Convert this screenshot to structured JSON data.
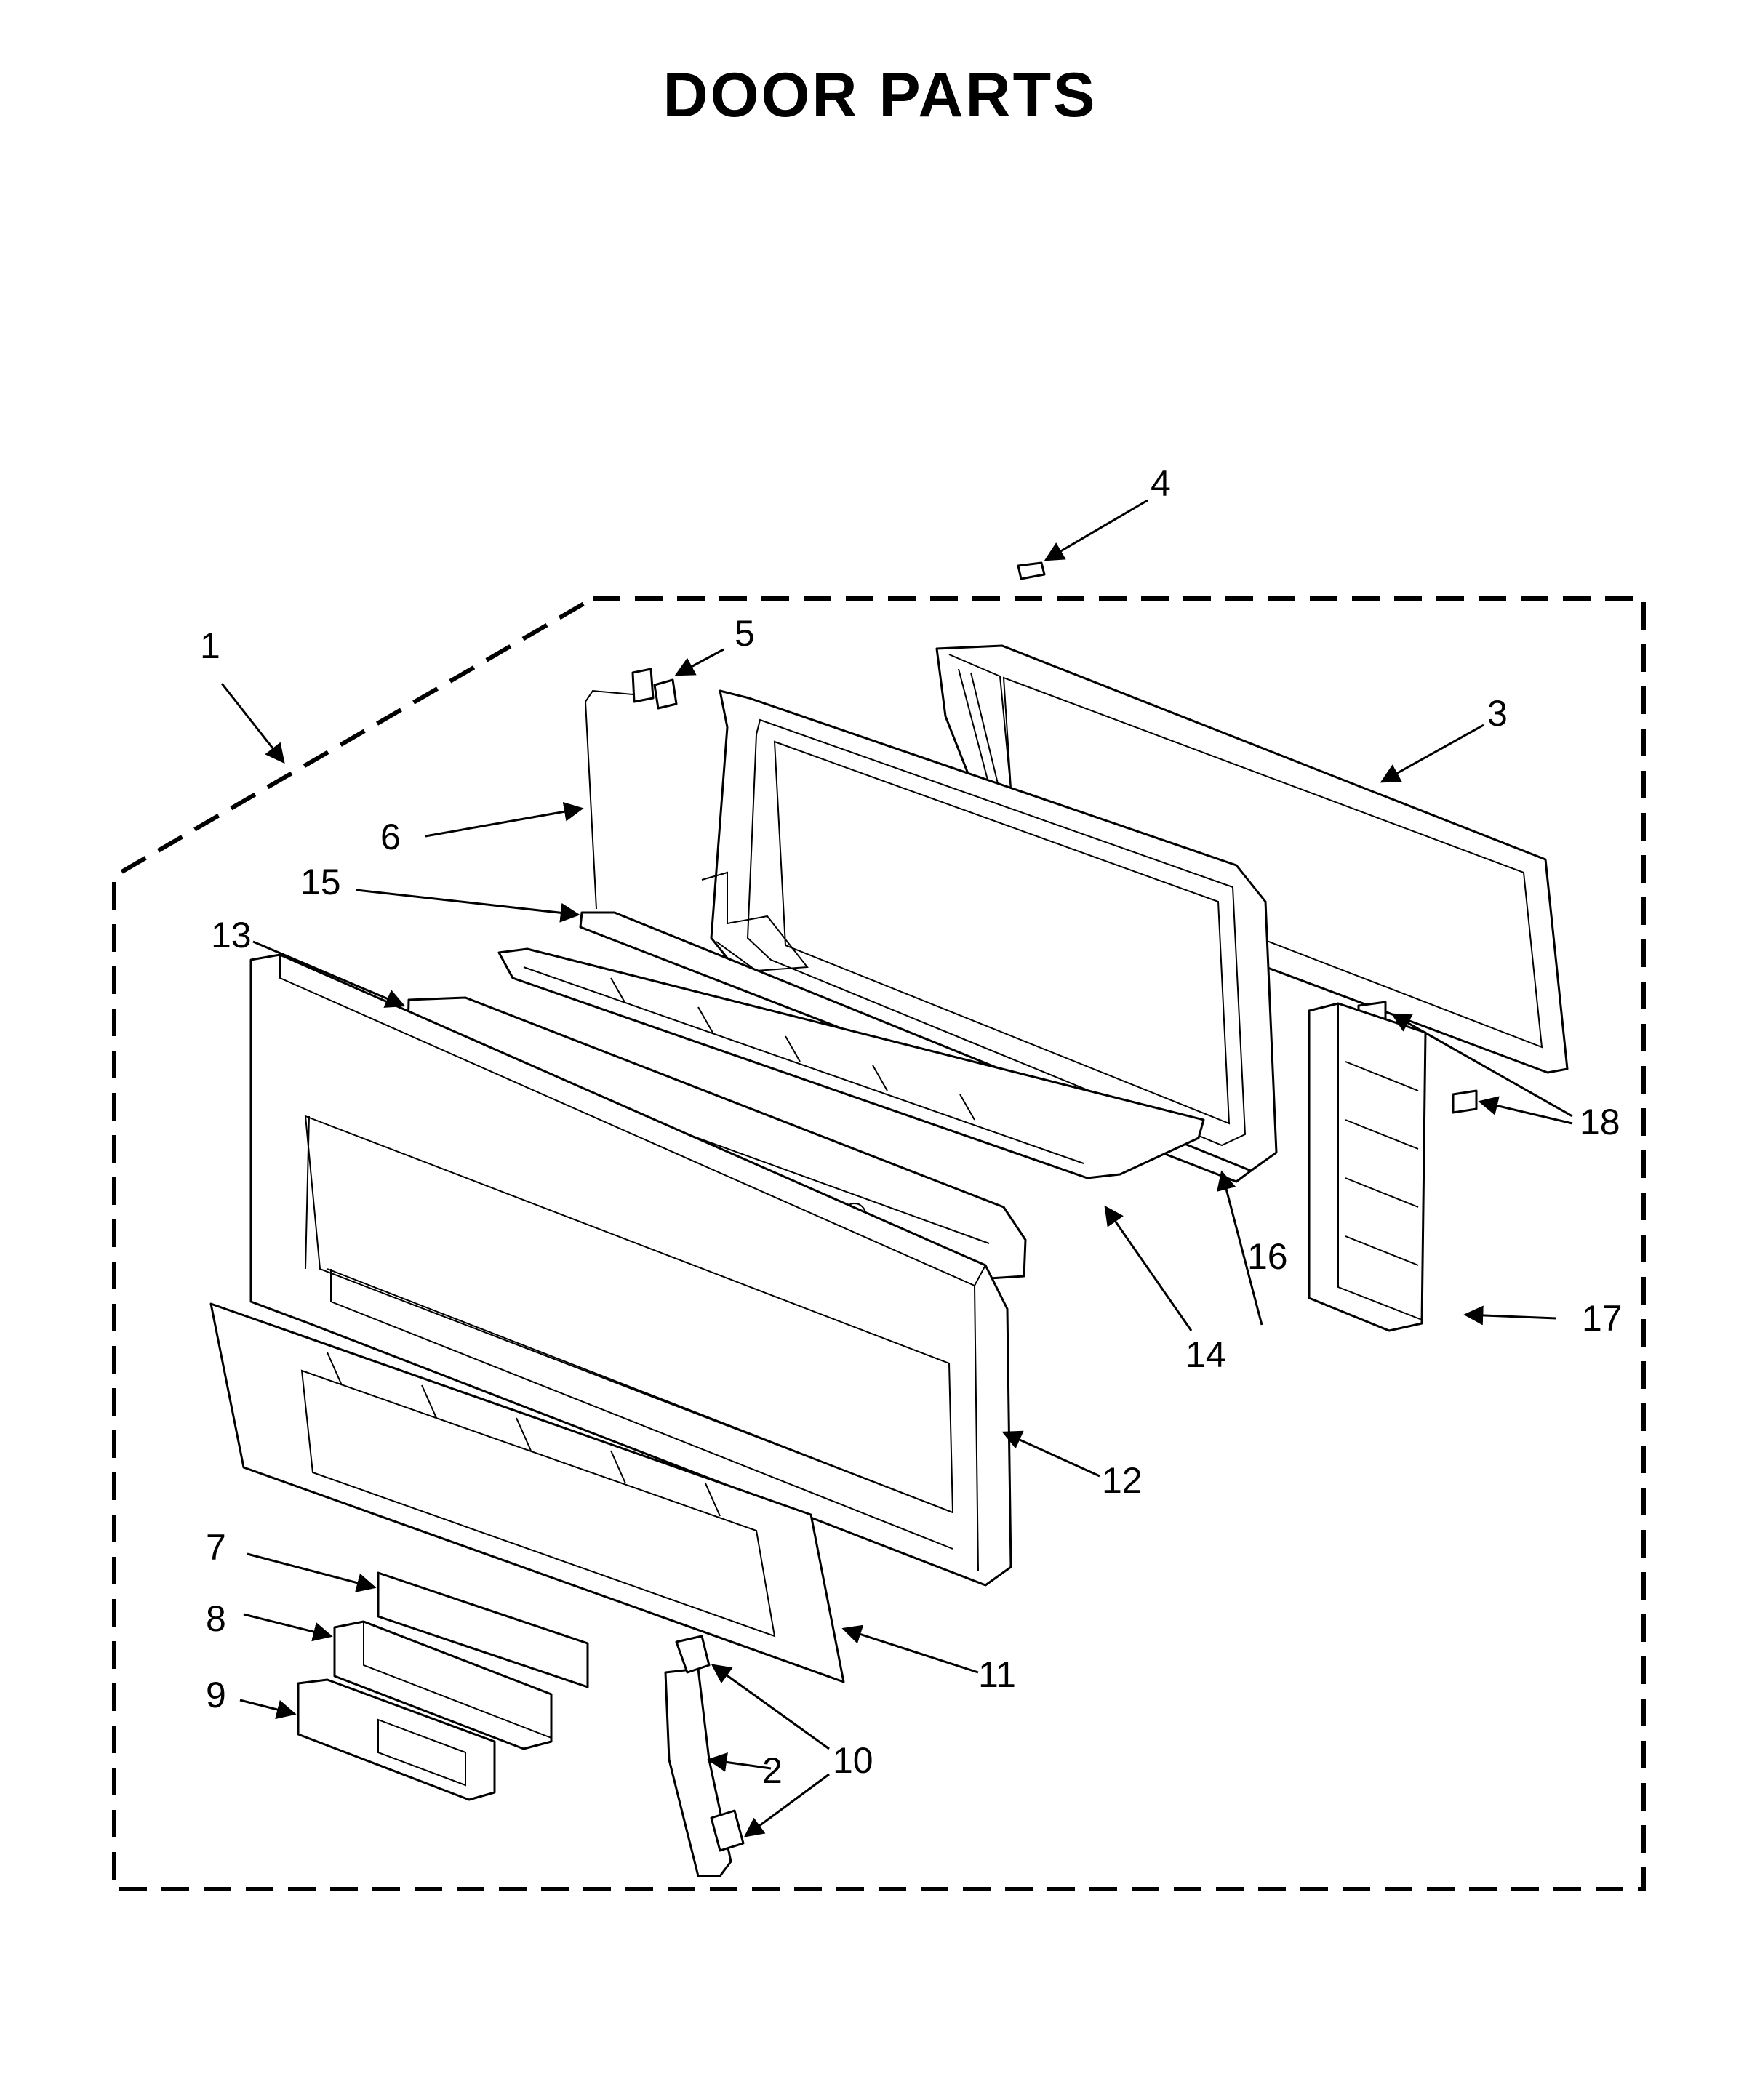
{
  "title": "DOOR  PARTS",
  "callouts": [
    {
      "id": "1",
      "label": "1"
    },
    {
      "id": "2",
      "label": "2"
    },
    {
      "id": "3",
      "label": "3"
    },
    {
      "id": "4",
      "label": "4"
    },
    {
      "id": "5",
      "label": "5"
    },
    {
      "id": "6",
      "label": "6"
    },
    {
      "id": "7",
      "label": "7"
    },
    {
      "id": "8",
      "label": "8"
    },
    {
      "id": "9",
      "label": "9"
    },
    {
      "id": "10",
      "label": "10"
    },
    {
      "id": "11",
      "label": "11"
    },
    {
      "id": "12",
      "label": "12"
    },
    {
      "id": "13",
      "label": "13"
    },
    {
      "id": "14",
      "label": "14"
    },
    {
      "id": "15",
      "label": "15"
    },
    {
      "id": "16",
      "label": "16"
    },
    {
      "id": "17",
      "label": "17"
    },
    {
      "id": "18",
      "label": "18"
    }
  ]
}
